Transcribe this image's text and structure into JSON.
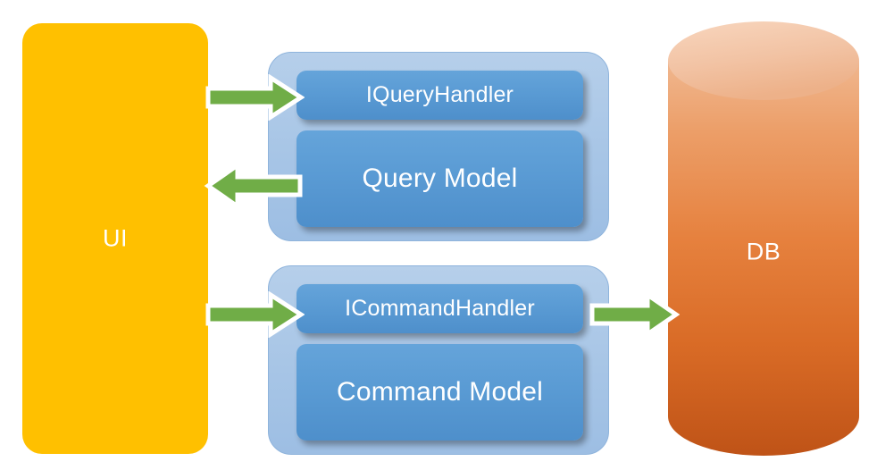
{
  "diagram": {
    "title": "CQRS architecture diagram",
    "background": "#FFFFFF",
    "colors": {
      "ui_panel": "#FFC000",
      "group_container": "#A8C6E8",
      "inner_box": "#5B9BD5",
      "arrow": "#70AD47",
      "arrow_outline": "#FFFFFF",
      "db_top": "#F4C7A8",
      "db_bottom": "#C1561B",
      "label_text": "#FFFFFF"
    }
  },
  "ui": {
    "label": "UI"
  },
  "query_group": {
    "handler": {
      "label": "IQueryHandler"
    },
    "model": {
      "label": "Query Model"
    }
  },
  "command_group": {
    "handler": {
      "label": "ICommandHandler"
    },
    "model": {
      "label": "Command Model"
    }
  },
  "database": {
    "label": "DB"
  },
  "arrows": [
    {
      "name": "ui-to-query-handler",
      "direction": "right",
      "from": "UI",
      "to": "IQueryHandler"
    },
    {
      "name": "query-model-to-ui",
      "direction": "left",
      "from": "Query Model",
      "to": "UI"
    },
    {
      "name": "ui-to-command-handler",
      "direction": "right",
      "from": "UI",
      "to": "ICommandHandler"
    },
    {
      "name": "command-handler-to-db",
      "direction": "right",
      "from": "ICommandHandler",
      "to": "DB"
    }
  ]
}
